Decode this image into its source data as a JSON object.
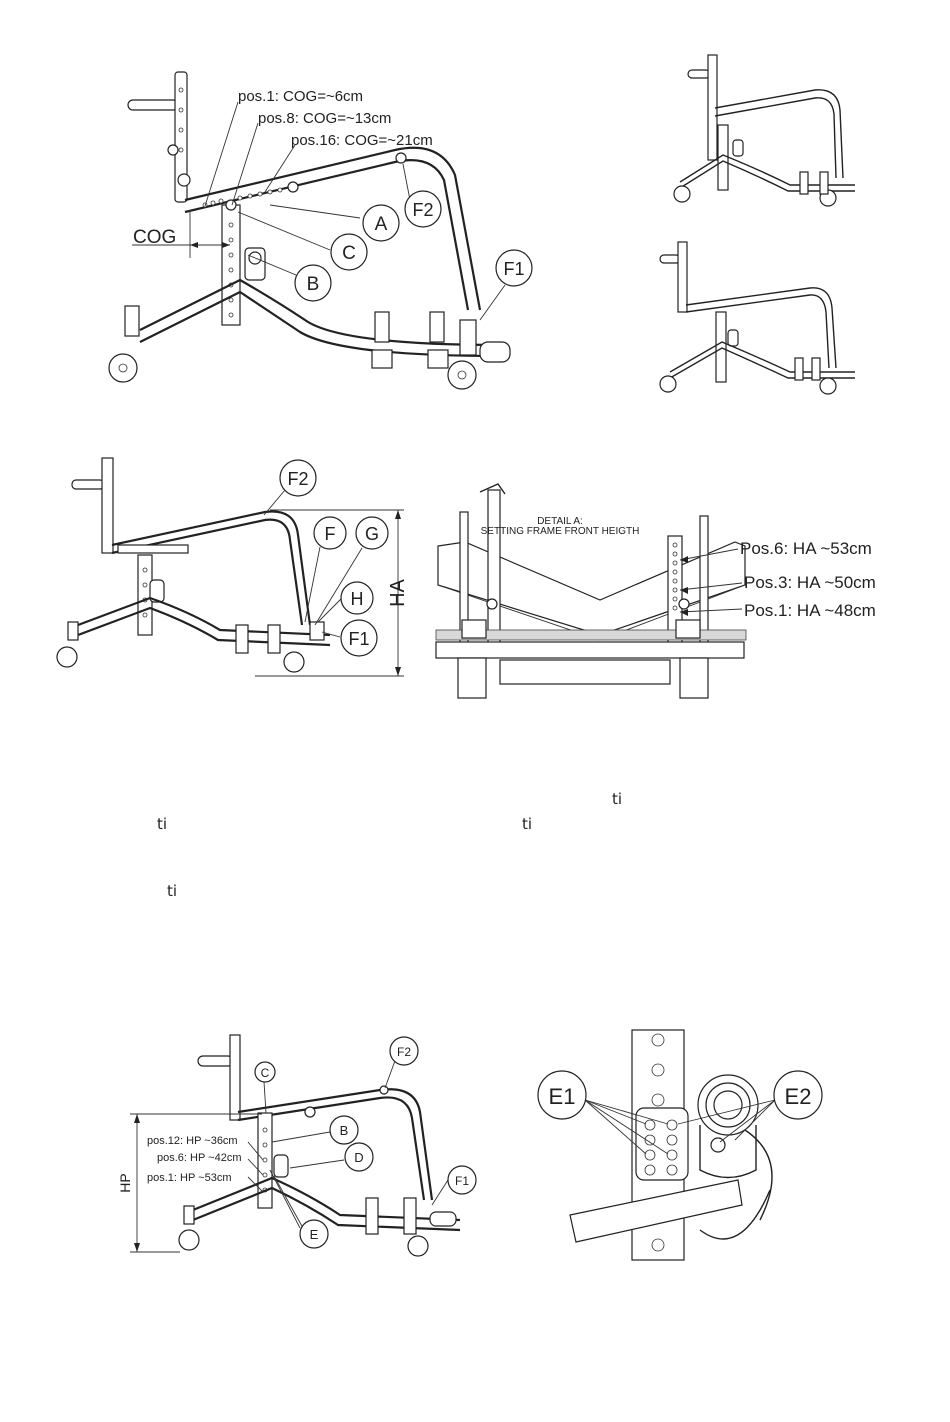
{
  "fig1": {
    "pos1": "pos.1: COG=~6cm",
    "pos8": "pos.8: COG=~13cm",
    "pos16": "pos.16: COG=~21cm",
    "cog": "COG",
    "A": "A",
    "B": "B",
    "C": "C",
    "F1": "F1",
    "F2": "F2"
  },
  "fig2": {
    "F": "F",
    "G": "G",
    "H": "H",
    "F1": "F1",
    "F2": "F2",
    "ha": "HA"
  },
  "detail": {
    "title_line1": "DETAIL A:",
    "title_line2": "SETTING FRAME FRONT HEIGTH",
    "pos6": "Pos.6: HA ~53cm",
    "pos3": "Pos.3: HA ~50cm",
    "pos1": "Pos.1: HA ~48cm"
  },
  "stray": [
    "ti",
    "ti",
    "ti",
    "ti"
  ],
  "fig3": {
    "pos12": "pos.12: HP ~36cm",
    "pos6": "pos.6: HP ~42cm",
    "pos1": "pos.1: HP ~53cm",
    "hp": "HP",
    "B": "B",
    "C": "C",
    "D": "D",
    "E": "E",
    "F1": "F1",
    "F2": "F2"
  },
  "detail2": {
    "E1": "E1",
    "E2": "E2"
  }
}
